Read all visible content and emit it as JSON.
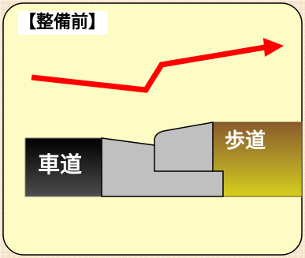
{
  "panel": {
    "title": "【整備前】"
  },
  "labels": {
    "roadway": "車道",
    "sidewalk": "歩道"
  },
  "colors": {
    "background": "#f6e3c9",
    "panel": "#fdfcc4",
    "arrow": "#ff0000",
    "curb": "#c0c0c0",
    "roadway_dark": "#1a1a1a",
    "sidewalk_brown": "#8b5e2e",
    "sidewalk_yellow": "#d4cd1e"
  },
  "icons": {
    "arrow": "right-arrow-icon"
  }
}
